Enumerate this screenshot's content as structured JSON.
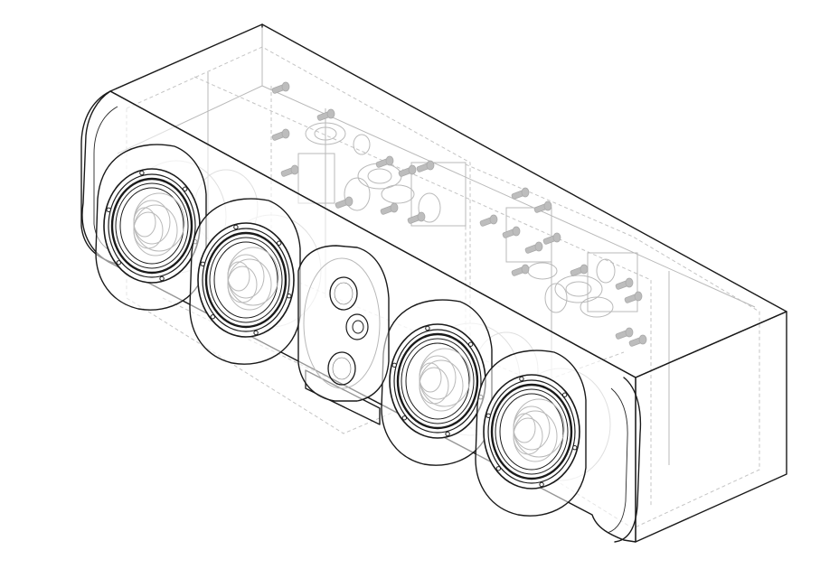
{
  "figure": {
    "subject": "center-channel-speaker-cutaway",
    "style": "technical-line-drawing",
    "colors": {
      "outline": "#1a1a1a",
      "ghost_lines": "#b9b9b9",
      "ghost_fill": "#bdbdbd",
      "background": "#ffffff"
    },
    "components": {
      "woofers": 4,
      "tweeters": 2,
      "center_module": 1,
      "internal_bolts": 22
    }
  }
}
